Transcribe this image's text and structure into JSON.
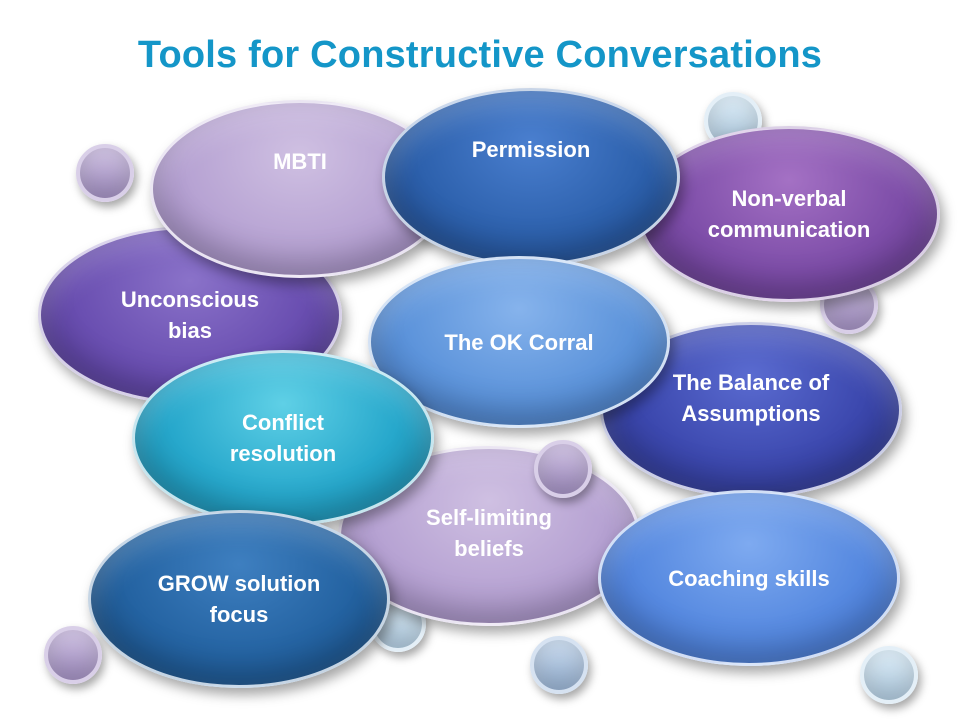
{
  "title": "Tools for Constructive Conversations",
  "tools": {
    "mbti": "MBTI",
    "permission": "Permission",
    "non_verbal": "Non-verbal communication",
    "unconscious_bias": "Unconscious bias",
    "ok_corral": "The OK Corral",
    "balance_assumptions": "The Balance of Assumptions",
    "conflict_resolution": "Conflict resolution",
    "self_limiting": "Self-limiting beliefs",
    "coaching": "Coaching skills",
    "grow": "GROW solution focus"
  }
}
